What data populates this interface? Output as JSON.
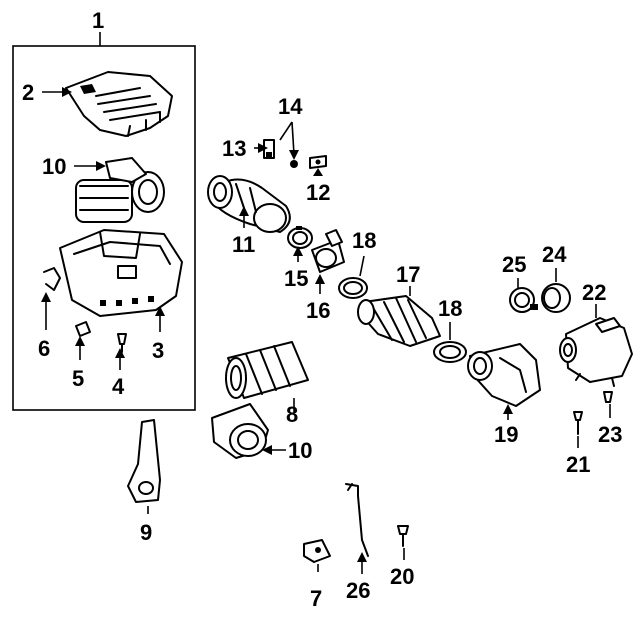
{
  "callouts": {
    "c1": "1",
    "c2": "2",
    "c3": "3",
    "c4": "4",
    "c5": "5",
    "c6": "6",
    "c7": "7",
    "c8": "8",
    "c9": "9",
    "c10a": "10",
    "c10b": "10",
    "c11": "11",
    "c12": "12",
    "c13": "13",
    "c14": "14",
    "c15": "15",
    "c16": "16",
    "c17": "17",
    "c18a": "18",
    "c18b": "18",
    "c19": "19",
    "c20": "20",
    "c21": "21",
    "c22": "22",
    "c23": "23",
    "c24": "24",
    "c25": "25",
    "c26": "26"
  }
}
